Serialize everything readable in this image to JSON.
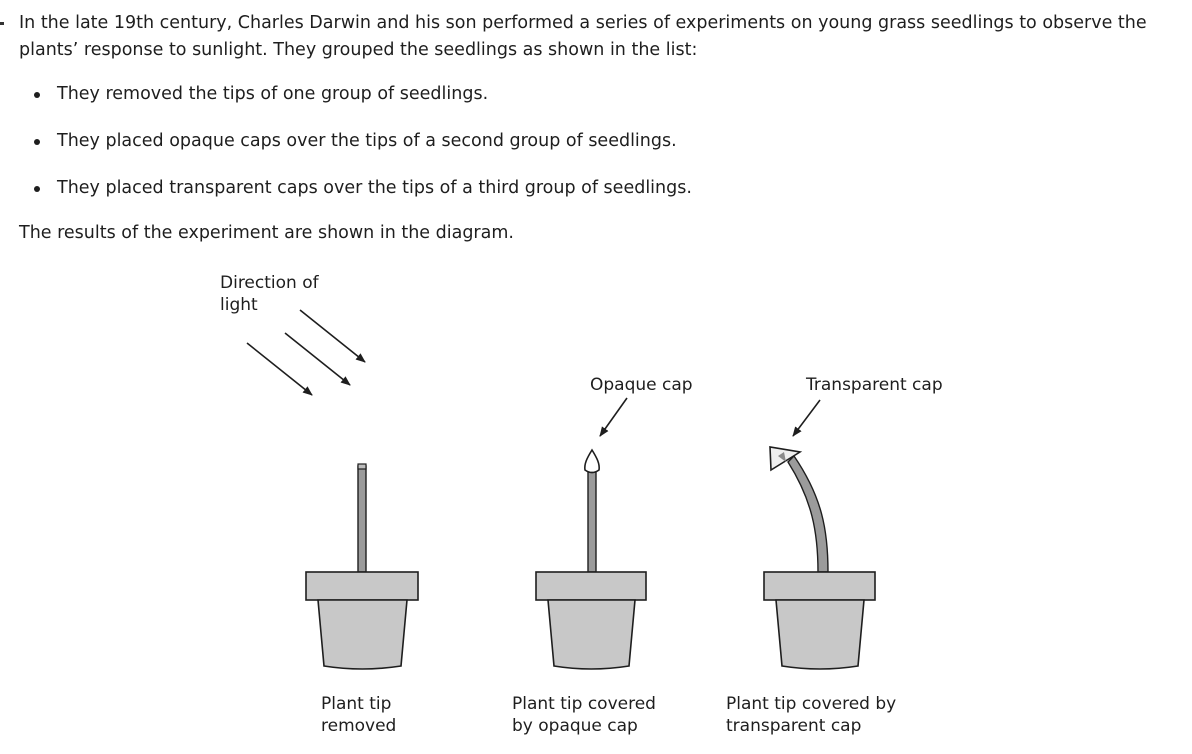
{
  "question": {
    "intro": "In the late 19th century, Charles Darwin and his son performed a series of experiments on young grass seedlings to observe the plants’ response to sunlight. They grouped the seedlings as shown in the list:",
    "bullets": [
      "They removed the tips of one group of seedlings.",
      "They placed opaque caps over the tips of a second group of seedlings.",
      "They placed transparent caps over the tips of a third group of seedlings."
    ],
    "outro": "The results of the experiment are shown in the diagram."
  },
  "diagram": {
    "light_label_line1": "Direction of",
    "light_label_line2": "light",
    "opaque_cap_label": "Opaque cap",
    "transparent_cap_label": "Transparent cap",
    "captions": [
      {
        "line1": "Plant tip",
        "line2": "removed"
      },
      {
        "line1": "Plant tip covered",
        "line2": "by opaque cap"
      },
      {
        "line1": "Plant tip covered by",
        "line2": "transparent cap"
      }
    ],
    "colors": {
      "pot_fill": "#c8c8c8",
      "stem_fill": "#9b9b9b",
      "outline": "#1e1e1e"
    }
  }
}
